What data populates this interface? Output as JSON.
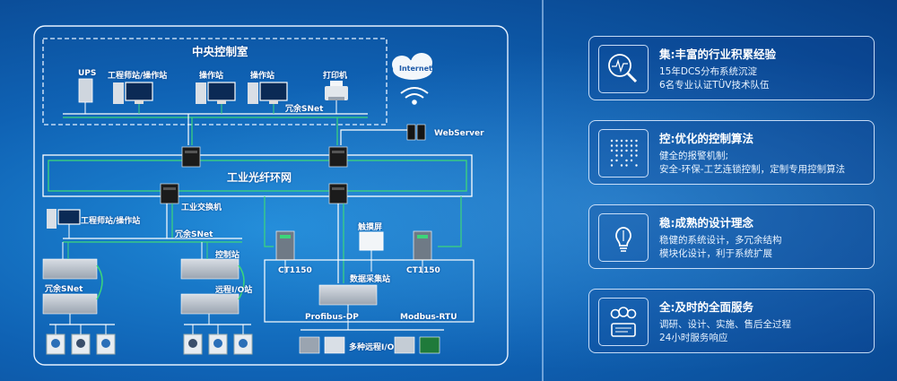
{
  "diagram": {
    "central_room": "中央控制室",
    "ups": "UPS",
    "eng_station_top": "工程师站/操作站",
    "op_station_1": "操作站",
    "op_station_2": "操作站",
    "printer": "打印机",
    "internet": "Internet",
    "redundant_snet_top": "冗余SNet",
    "webserver": "WebServer",
    "ring_network": "工业光纤环网",
    "industrial_switch": "工业交换机",
    "eng_station_left": "工程师站/操作站",
    "redundant_snet_mid": "冗余SNet",
    "redundant_snet_left": "冗余SNet",
    "control_station": "控制站",
    "remote_io_station": "远程I/O站",
    "ct1150_left": "CT1150",
    "touchscreen": "触摸屏",
    "data_station": "数据采集站",
    "ct1150_right": "CT1150",
    "profibus": "Profibus-DP",
    "modbus": "Modbus-RTU",
    "multi_remote_io": "多种远程I/O"
  },
  "cards": [
    {
      "title": "集:丰富的行业积累经验",
      "lines": [
        "15年DCS分布系统沉淀",
        "6名专业认证TÜV技术队伍"
      ],
      "icon": "magnifier-chart-icon"
    },
    {
      "title": "控:优化的控制算法",
      "lines": [
        "健全的报警机制;",
        "安全-环保-工艺连锁控制，定制专用控制算法"
      ],
      "icon": "dot-matrix-icon"
    },
    {
      "title": "稳:成熟的设计理念",
      "lines": [
        "稳健的系统设计，多冗余结构",
        "模块化设计，利于系统扩展"
      ],
      "icon": "lightbulb-icon"
    },
    {
      "title": "全:及时的全面服务",
      "lines": [
        "调研、设计、实施、售后全过程",
        "24小时服务响应"
      ],
      "icon": "team-icon"
    }
  ]
}
